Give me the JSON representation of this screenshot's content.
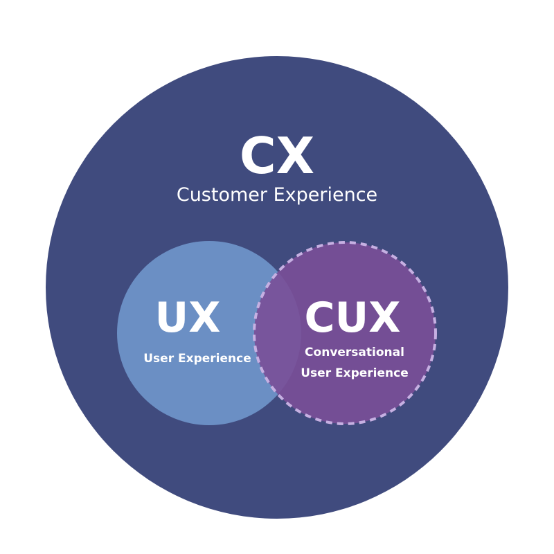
{
  "colors": {
    "outer": "#404b7e",
    "ux": "#6b8fc4",
    "cux": "#7a4f98",
    "cux_border": "#c6b0e2",
    "text": "#ffffff"
  },
  "cx": {
    "abbr": "CX",
    "label": "Customer Experience"
  },
  "ux": {
    "abbr": "UX",
    "label": "User Experience"
  },
  "cux": {
    "abbr": "CUX",
    "label_line1": "Conversational",
    "label_line2": "User Experience"
  }
}
